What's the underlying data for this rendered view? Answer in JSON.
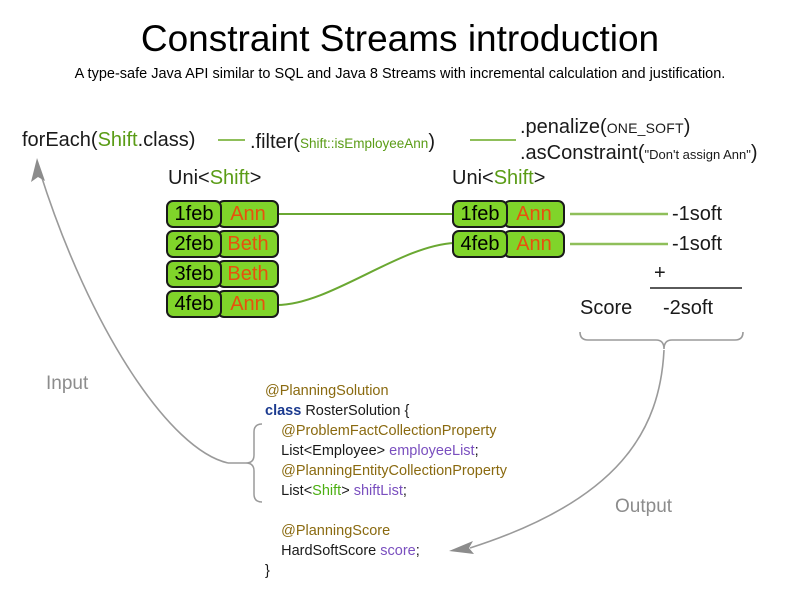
{
  "header": {
    "title": "Constraint Streams introduction",
    "subtitle": "A type-safe Java API similar to SQL and Java 8 Streams with incremental calculation and justification."
  },
  "pipeline": {
    "foreach": {
      "method": "forEach(",
      "type": "Shift",
      "tail": ".class)"
    },
    "filter": {
      "method": ".filter(",
      "arg": "Shift::isEmployeeAnn",
      "tail": ")"
    },
    "penalize": {
      "method": ".penalize(",
      "arg": "ONE_SOFT",
      "tail": ")"
    },
    "as_constraint": {
      "method": ".asConstraint(",
      "arg": "\"Don't assign Ann\"",
      "tail": ")"
    }
  },
  "streams": {
    "left": {
      "type_label_prefix": "Uni<",
      "type_label_generic": "Shift",
      "type_label_suffix": ">",
      "rows": [
        {
          "date": "1feb",
          "employee": "Ann"
        },
        {
          "date": "2feb",
          "employee": "Beth"
        },
        {
          "date": "3feb",
          "employee": "Beth"
        },
        {
          "date": "4feb",
          "employee": "Ann"
        }
      ]
    },
    "right": {
      "type_label_prefix": "Uni<",
      "type_label_generic": "Shift",
      "type_label_suffix": ">",
      "rows": [
        {
          "date": "1feb",
          "employee": "Ann"
        },
        {
          "date": "4feb",
          "employee": "Ann"
        }
      ]
    }
  },
  "score": {
    "penalties": [
      "-1soft",
      "-1soft"
    ],
    "operator": "+",
    "label": "Score",
    "total": "-2soft"
  },
  "flow": {
    "input_label": "Input",
    "output_label": "Output"
  },
  "code": {
    "lines": [
      {
        "indent": 0,
        "parts": [
          {
            "t": "@PlanningSolution",
            "c": "ann"
          }
        ]
      },
      {
        "indent": 0,
        "parts": [
          {
            "t": "class",
            "c": "kw"
          },
          {
            "t": " RosterSolution {",
            "c": "plain"
          }
        ]
      },
      {
        "indent": 1,
        "parts": [
          {
            "t": "@ProblemFactCollectionProperty",
            "c": "ann"
          }
        ]
      },
      {
        "indent": 1,
        "parts": [
          {
            "t": "List<Employee> ",
            "c": "plain"
          },
          {
            "t": "employeeList",
            "c": "field"
          },
          {
            "t": ";",
            "c": "plain"
          }
        ]
      },
      {
        "indent": 1,
        "parts": [
          {
            "t": "@PlanningEntityCollectionProperty",
            "c": "ann"
          }
        ]
      },
      {
        "indent": 1,
        "parts": [
          {
            "t": "List<",
            "c": "plain"
          },
          {
            "t": "Shift",
            "c": "green"
          },
          {
            "t": "> ",
            "c": "plain"
          },
          {
            "t": "shiftList",
            "c": "field"
          },
          {
            "t": ";",
            "c": "plain"
          }
        ]
      },
      {
        "indent": 0,
        "parts": []
      },
      {
        "indent": 1,
        "parts": [
          {
            "t": "@PlanningScore",
            "c": "ann"
          }
        ]
      },
      {
        "indent": 1,
        "parts": [
          {
            "t": "HardSoftScore ",
            "c": "plain"
          },
          {
            "t": "score",
            "c": "field"
          },
          {
            "t": ";",
            "c": "plain"
          }
        ]
      },
      {
        "indent": 0,
        "parts": [
          {
            "t": "}",
            "c": "plain"
          }
        ]
      }
    ]
  },
  "colors": {
    "cell_green": "#80d42a",
    "employee_orange": "#e8510d",
    "connector_green": "#8fbf5a",
    "accent_green": "#5a9c16",
    "gray_arrow": "#8c8c8c",
    "annotation_brown": "#8a6a10",
    "keyword_blue": "#1b3a8f",
    "field_purple": "#7a4fbf"
  }
}
